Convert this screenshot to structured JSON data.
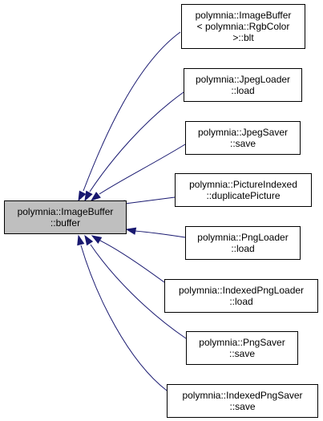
{
  "colors": {
    "edge": "#191970",
    "focus_fill": "#bfbfbf",
    "node_fill": "#ffffff",
    "border": "#000000"
  },
  "focus": {
    "line1": "polymnia::ImageBuffer",
    "line2": "::buffer"
  },
  "callers": [
    {
      "lines": [
        "polymnia::ImageBuffer",
        "< polymnia::RgbColor",
        ">::blt"
      ]
    },
    {
      "lines": [
        "polymnia::JpegLoader",
        "::load"
      ]
    },
    {
      "lines": [
        "polymnia::JpegSaver",
        "::save"
      ]
    },
    {
      "lines": [
        "polymnia::PictureIndexed",
        "::duplicatePicture"
      ]
    },
    {
      "lines": [
        "polymnia::PngLoader",
        "::load"
      ]
    },
    {
      "lines": [
        "polymnia::IndexedPngLoader",
        "::load"
      ]
    },
    {
      "lines": [
        "polymnia::PngSaver",
        "::save"
      ]
    },
    {
      "lines": [
        "polymnia::IndexedPngSaver",
        "::save"
      ]
    }
  ]
}
